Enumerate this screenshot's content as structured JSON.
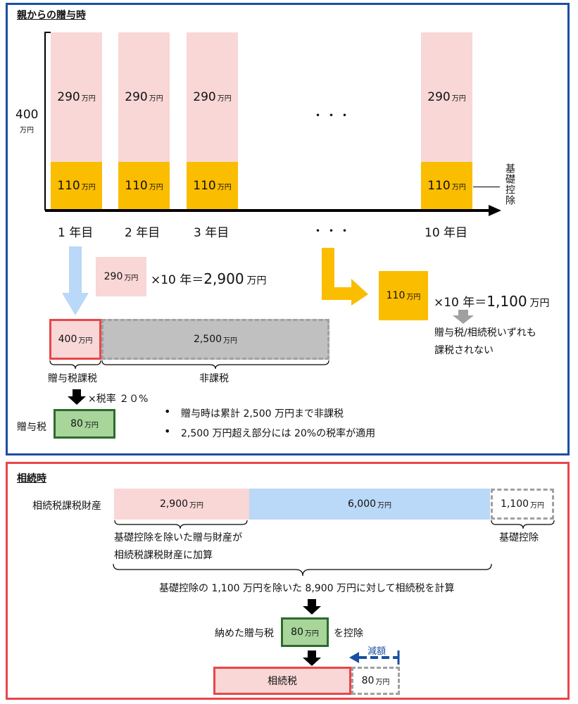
{
  "top": {
    "title": "親からの贈与時",
    "y_value": "400",
    "y_unit": "万円",
    "unit": "万円",
    "bar_top_value": "290",
    "bar_bottom_value": "110",
    "years": [
      "1 年目",
      "2 年目",
      "3 年目",
      "10 年目"
    ],
    "ellipsis": "・・・",
    "deduction_label": "基礎控除",
    "box_290": "290",
    "times_10_a": "×10 年＝",
    "total_a": "2,900",
    "box_110": "110",
    "times_10_b": "×10 年＝",
    "total_b": "1,100",
    "note_b1": "贈与税/相続税いずれも",
    "note_b2": "課税されない",
    "taxable_value": "400",
    "nontaxable_value": "2,500",
    "taxable_label": "贈与税課税",
    "nontaxable_label": "非課税",
    "rate_label": "×税率 ２０%",
    "gift_tax_label": "贈与税",
    "gift_tax_value": "80",
    "bullets": [
      "贈与時は累計 2,500 万円まで非課税",
      "2,500 万円超え部分には 20%の税率が適用"
    ]
  },
  "bottom": {
    "title": "相続時",
    "row_label": "相続税課税財産",
    "unit": "万円",
    "seg1": "2,900",
    "seg2": "6,000",
    "seg3": "1,100",
    "seg1_note1": "基礎控除を除いた贈与財産が",
    "seg1_note2": "相続税課税財産に加算",
    "seg3_note": "基礎控除",
    "calc_note": "基礎控除の 1,100 万円を除いた 8,900 万円に対して相続税を計算",
    "paid_label": "納めた贈与税",
    "paid_value": "80",
    "deduct_label": "を控除",
    "reduce_label": "減額",
    "inheritance_label": "相続税",
    "reduced_value": "80"
  },
  "colors": {
    "pink": "#f8d7d6",
    "gold": "#fbbd00",
    "gray": "#c0c0c0",
    "blue": "#bad8f7",
    "green": "#a7d59a",
    "top_border": "#1a4fa3",
    "bottom_border": "#e8464a"
  }
}
